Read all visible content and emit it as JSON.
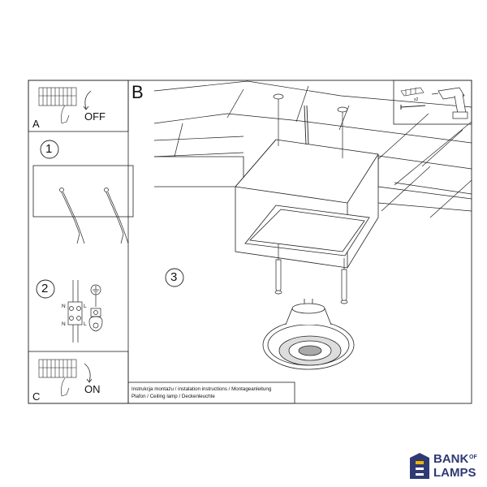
{
  "panels": {
    "a": {
      "letter": "A",
      "action": "OFF"
    },
    "b": {
      "letter": "B"
    },
    "c": {
      "letter": "C",
      "action": "ON"
    }
  },
  "steps": {
    "one": "1",
    "two": "2",
    "three": "3"
  },
  "terminal_labels": {
    "n_top": "N",
    "l_top": "L",
    "n_bottom": "N",
    "l_bottom": "L"
  },
  "tools": {
    "quantity": "x2"
  },
  "caption": {
    "line1": "Instrukcja montażu / instalation instructions / Montageanleitung",
    "line2": "Plafon / Ceiling lamp / Deckenleuchte"
  },
  "brand": {
    "word1": "BANK",
    "word_of": "OF",
    "word2": "LAMPS",
    "color": "#2f3a73"
  }
}
